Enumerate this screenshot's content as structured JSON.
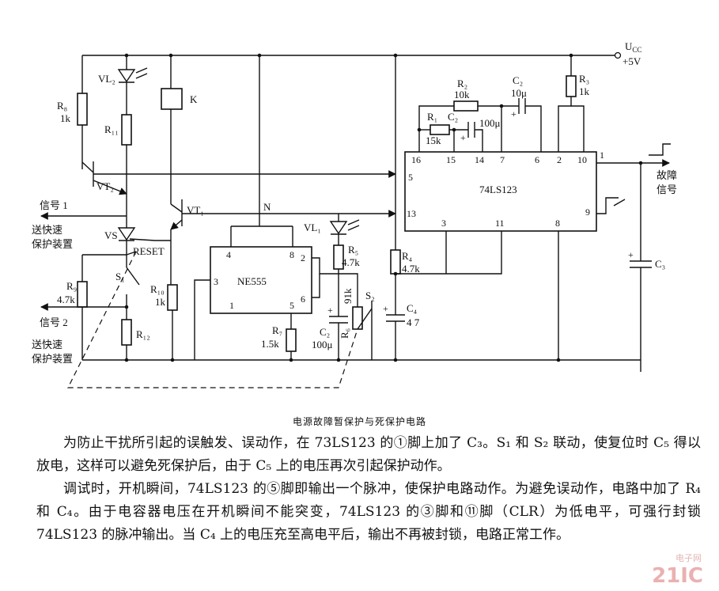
{
  "schematic": {
    "supply": {
      "name": "U",
      "sub": "CC",
      "value": "+5V"
    },
    "ics": {
      "u1": "74LS123",
      "u2": "NE555"
    },
    "u1_pins": [
      "16",
      "15",
      "14",
      "7",
      "6",
      "2",
      "10",
      "1",
      "5",
      "13",
      "3",
      "11",
      "8",
      "9"
    ],
    "u2_pins": [
      "4",
      "8",
      "2",
      "3",
      "1",
      "5",
      "6"
    ],
    "components": {
      "r2": "R₂",
      "r2_val": "10k",
      "c2_top": "C₂",
      "c2_top_val": "10μ",
      "r3": "R₃",
      "r3_val": "1k",
      "r1": "R₁",
      "r1_val": "15k",
      "c2_mid": "C₂",
      "c2_mid_val": "100μ",
      "r8": "R₈",
      "r8_val": "1k",
      "vl2": "VL₂",
      "relay": "K",
      "r11": "R₁₁",
      "vt2": "VT₂",
      "vt1": "VT₁",
      "node_n": "N",
      "vl1": "VL₁",
      "r5": "R₅",
      "r5_val": "4.7k",
      "r4": "R₄",
      "r4_val": "4.7k",
      "vs": "VS",
      "reset": "RESET",
      "r9": "R₉",
      "r9_val": "4.7k",
      "s1": "S₁",
      "r12": "R₁₂",
      "r10": "R₁₀",
      "r10_val": "1k",
      "r7": "R₇",
      "r7_val": "1.5k",
      "c2_low": "C₂",
      "c2_low_val": "100μ",
      "r6": "R₆",
      "r6_val": "91k",
      "s2": "S₂",
      "c4": "C₄",
      "c4_val": "4 7",
      "c3": "C₃"
    },
    "signals": {
      "signal1": "信号 1",
      "signal1_dest_a": "送快速",
      "signal1_dest_b": "保护装置",
      "signal2": "信号 2",
      "signal2_dest_a": "送快速",
      "signal2_dest_b": "保护装置",
      "fault_a": "故障",
      "fault_b": "信号"
    }
  },
  "caption": "电源故障暂保护与死保护电路",
  "paragraphs": [
    "为防止干扰所引起的误触发、误动作，在 73LS123 的①脚上加了 C₃。S₁ 和 S₂ 联动，使复位时 C₅ 得以放电，这样可以避免死保护后，由于 C₅ 上的电压再次引起保护动作。",
    "调试时，开机瞬间，74LS123 的⑤脚即输出一个脉冲，使保护电路动作。为避免误动作，电路中加了 R₄ 和 C₄。由于电容器电压在开机瞬间不能突变，74LS123 的③脚和⑪脚（CLR）为低电平，可强行封锁 74LS123 的脉冲输出。当 C₄ 上的电压充至高电平后，输出不再被封锁，电路正常工作。"
  ],
  "watermark": {
    "main": "21IC",
    "sub": "电子网"
  }
}
